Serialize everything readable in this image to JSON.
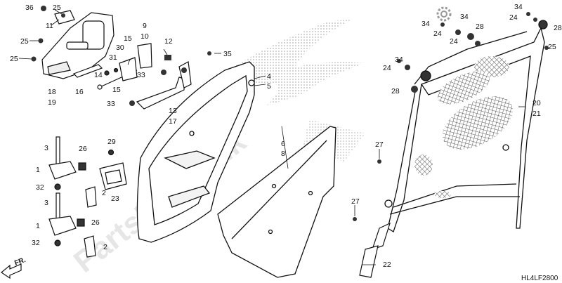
{
  "watermark": "PartsRepublik",
  "diagram_code": "HL4LF2800",
  "front_label": "FR.",
  "callouts": {
    "c36": "36",
    "c25a": "25",
    "c11": "11",
    "c25b": "25",
    "c25c": "25",
    "c18": "18",
    "c19": "19",
    "c9": "9",
    "c10": "10",
    "c15a": "15",
    "c30": "30",
    "c7": "7",
    "c31": "31",
    "c14": "14",
    "c16": "16",
    "c15b": "15",
    "c12": "12",
    "c35": "35",
    "c33a": "33",
    "c33b": "33",
    "c13": "13",
    "c17": "17",
    "c4": "4",
    "c5": "5",
    "c3a": "3",
    "c26a": "26",
    "c1a": "1",
    "c32a": "32",
    "c2a": "2",
    "c29": "29",
    "c23": "23",
    "c3b": "3",
    "c1b": "1",
    "c26b": "26",
    "c32b": "32",
    "c2b": "2",
    "c6": "6",
    "c8": "8",
    "c27a": "27",
    "c27b": "27",
    "c34a": "34",
    "c24a": "24",
    "c34b": "34",
    "c24b": "24",
    "c28a": "28",
    "c34c": "34",
    "c24c": "24",
    "c28b": "28",
    "c34d": "34",
    "c24d": "24",
    "c28c": "28",
    "c25d": "25",
    "c20": "20",
    "c21": "21",
    "c22": "22"
  }
}
